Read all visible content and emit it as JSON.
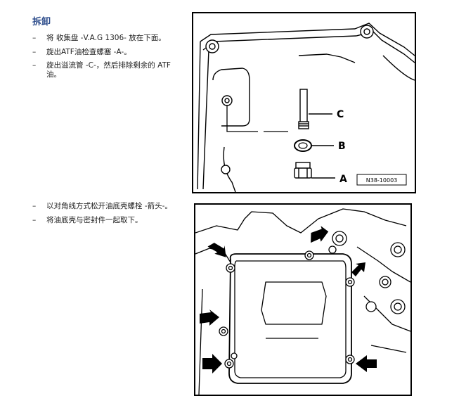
{
  "section": {
    "title": "拆卸"
  },
  "steps_a": [
    {
      "bullet": "–",
      "text": "将 收集盘 -V.A.G 1306- 放在下面。"
    },
    {
      "bullet": "–",
      "text": "旋出ATF油检查螺塞 -A-。"
    },
    {
      "bullet": "–",
      "text": "旋出溢流管 -C-，然后排除剩余的 ATF 油。"
    }
  ],
  "steps_b": [
    {
      "bullet": "–",
      "text": "以对角线方式松开油底壳螺栓 -箭头-。"
    },
    {
      "bullet": "–",
      "text": "将油底壳与密封件一起取下。"
    }
  ],
  "figure1": {
    "id": "N38-10003",
    "callouts": {
      "c": "C",
      "b": "B",
      "a": "A"
    }
  },
  "figure2": {
    "arrow_count": 6
  }
}
